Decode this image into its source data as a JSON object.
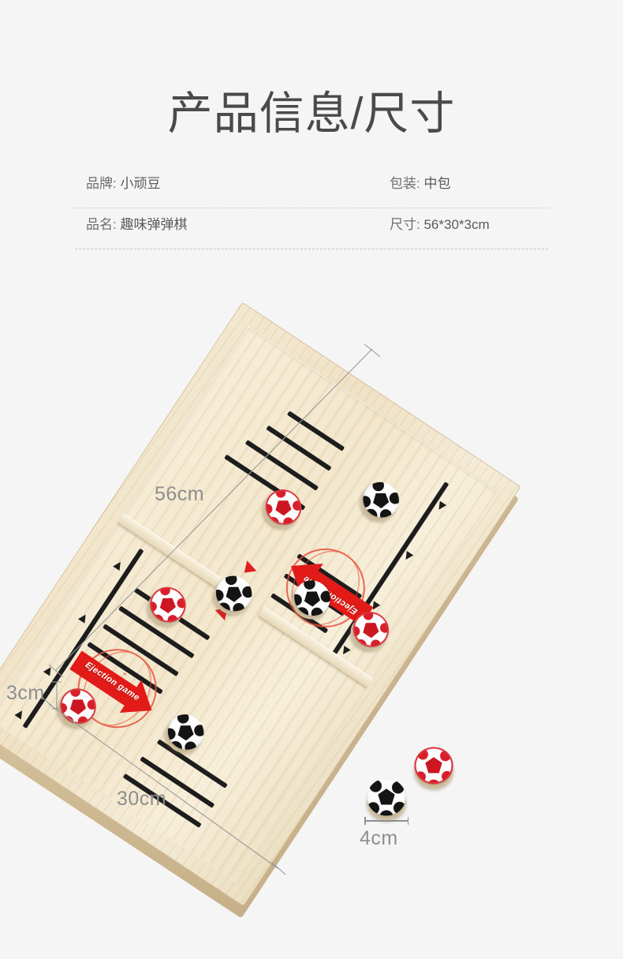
{
  "header": {
    "title": "产品信息/尺寸"
  },
  "spec_table": {
    "rows": [
      {
        "left_label": "品牌:",
        "left_value": "小顽豆",
        "right_label": "包装:",
        "right_value": "中包"
      },
      {
        "left_label": "品名:",
        "left_value": "趣味弹弹棋",
        "right_label": "尺寸:",
        "right_value": "56*30*3cm"
      }
    ]
  },
  "product_photo": {
    "dimensions": {
      "length": "56cm",
      "thickness": "3cm",
      "width": "30cm",
      "puck_diameter": "4cm"
    },
    "board_decals": {
      "arrow_text": "Ejection game"
    },
    "colors": {
      "background": "#f5f5f5",
      "title_text": "#4a4a4a",
      "spec_text": "#6e6e6e",
      "dimension_text": "#8e8e8e",
      "dashed_rule": "#c9c9c9",
      "wood_light": "#f7eed9",
      "wood_mid": "#efe2c6",
      "wood_edge": "#cdb892",
      "rail_black": "#1d1d1d",
      "decal_red": "#e21b18",
      "puck_red": "#cc1723",
      "puck_black": "#141414"
    }
  }
}
